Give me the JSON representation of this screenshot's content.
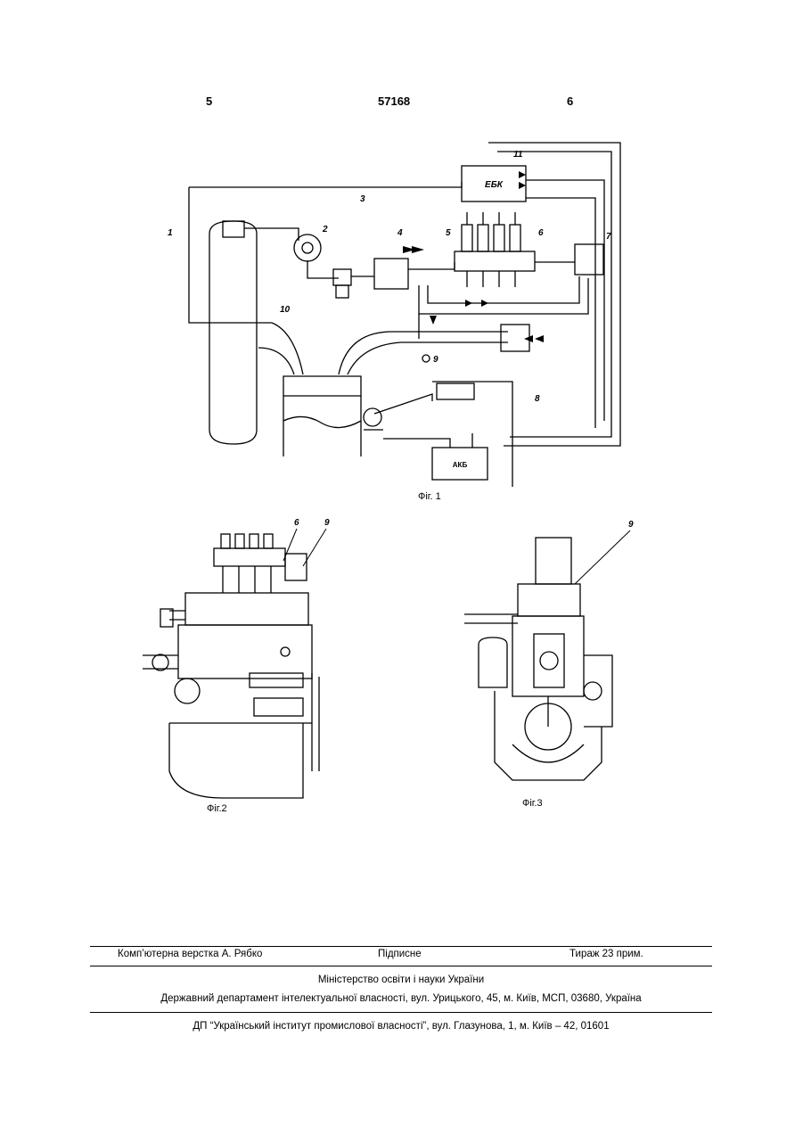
{
  "header": {
    "page_left": "5",
    "patent_number": "57168",
    "page_right": "6"
  },
  "figures": {
    "fig1": {
      "caption": "Фіг. 1",
      "ecu_label": "ЕБК",
      "battery_label": "АКБ",
      "labels": [
        "1",
        "2",
        "3",
        "4",
        "5",
        "6",
        "7",
        "8",
        "9",
        "10",
        "11"
      ]
    },
    "fig2": {
      "caption": "Фіг.2",
      "labels": [
        "6",
        "9"
      ]
    },
    "fig3": {
      "caption": "Фіг.3",
      "labels": [
        "9"
      ]
    }
  },
  "footer": {
    "typesetting": "Комп’ютерна верстка А. Рябко",
    "signed": "Підписне",
    "circulation": "Тираж 23 прим.",
    "ministry": "Міністерство освіти і науки України",
    "department": "Державний департамент інтелектуальної власності, вул. Урицького, 45, м. Київ, МСП, 03680, Україна",
    "institute": "ДП “Український інститут промислової власності”, вул. Глазунова, 1, м. Київ – 42, 01601"
  }
}
